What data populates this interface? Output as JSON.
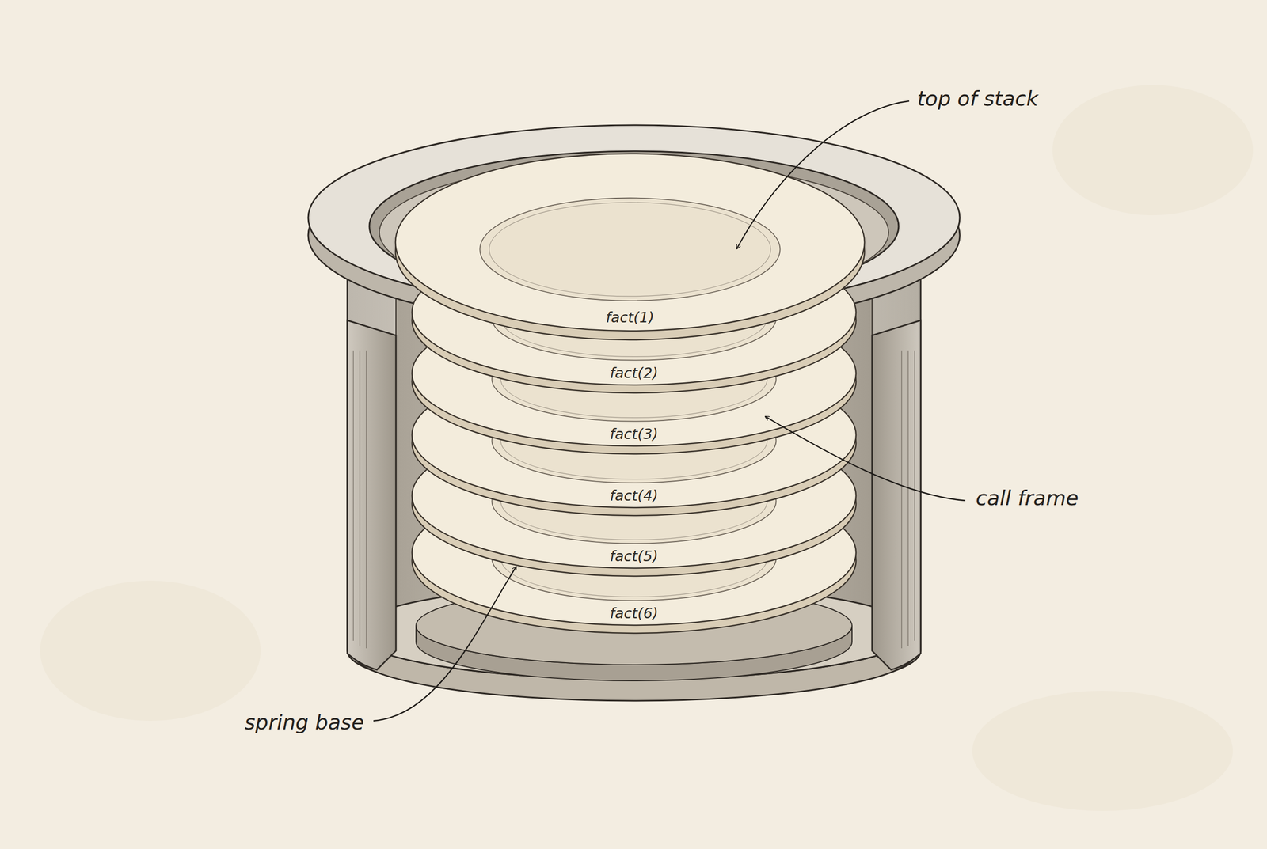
{
  "diagram": {
    "nodes": [
      {
        "text": [
          "fact(1)"
        ]
      },
      {
        "text": [
          "fact(2)"
        ]
      },
      {
        "text": [
          "fact(3)"
        ]
      },
      {
        "text": [
          "fact(4)"
        ]
      },
      {
        "text": [
          "fact(5)"
        ]
      },
      {
        "text": [
          "fact(6)"
        ]
      }
    ],
    "labels": [
      "top of stack",
      "call frame",
      "spring base"
    ]
  }
}
